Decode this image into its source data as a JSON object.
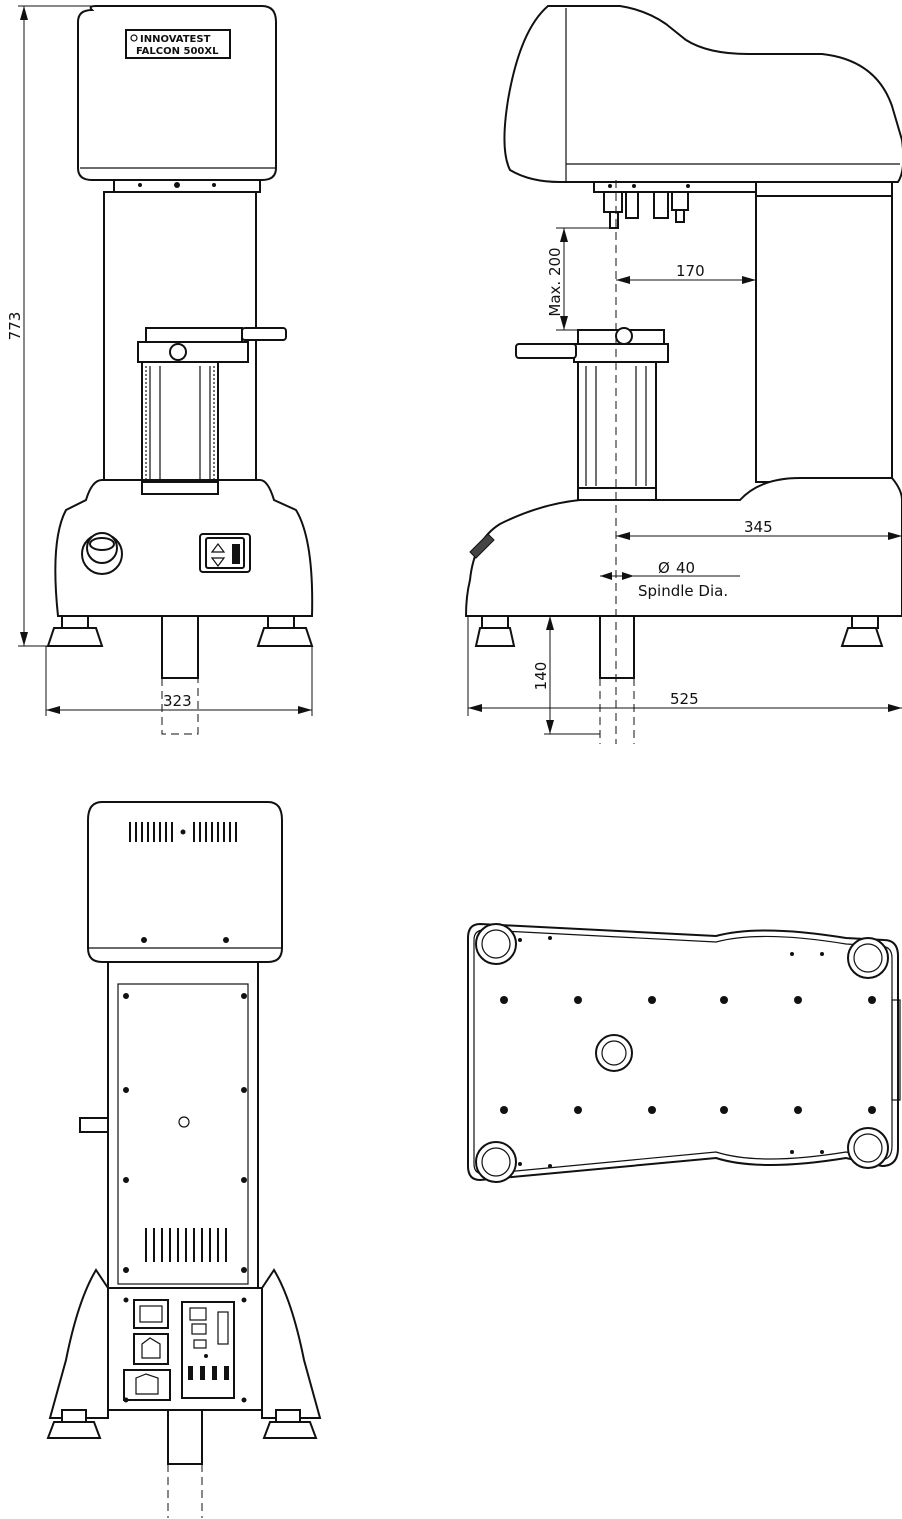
{
  "brand": {
    "line1": "INNOVATEST",
    "line2": "FALCON 500XL"
  },
  "dimensions": {
    "height_total": "773",
    "width_front": "323",
    "max_stroke": "Max. 200",
    "throat_depth": "170",
    "spindle_to_back": "345",
    "spindle_dia_value": "40",
    "spindle_dia_label": "Spindle Dia.",
    "spindle_height": "140",
    "depth_total": "525",
    "diameter_symbol": "Ø"
  }
}
